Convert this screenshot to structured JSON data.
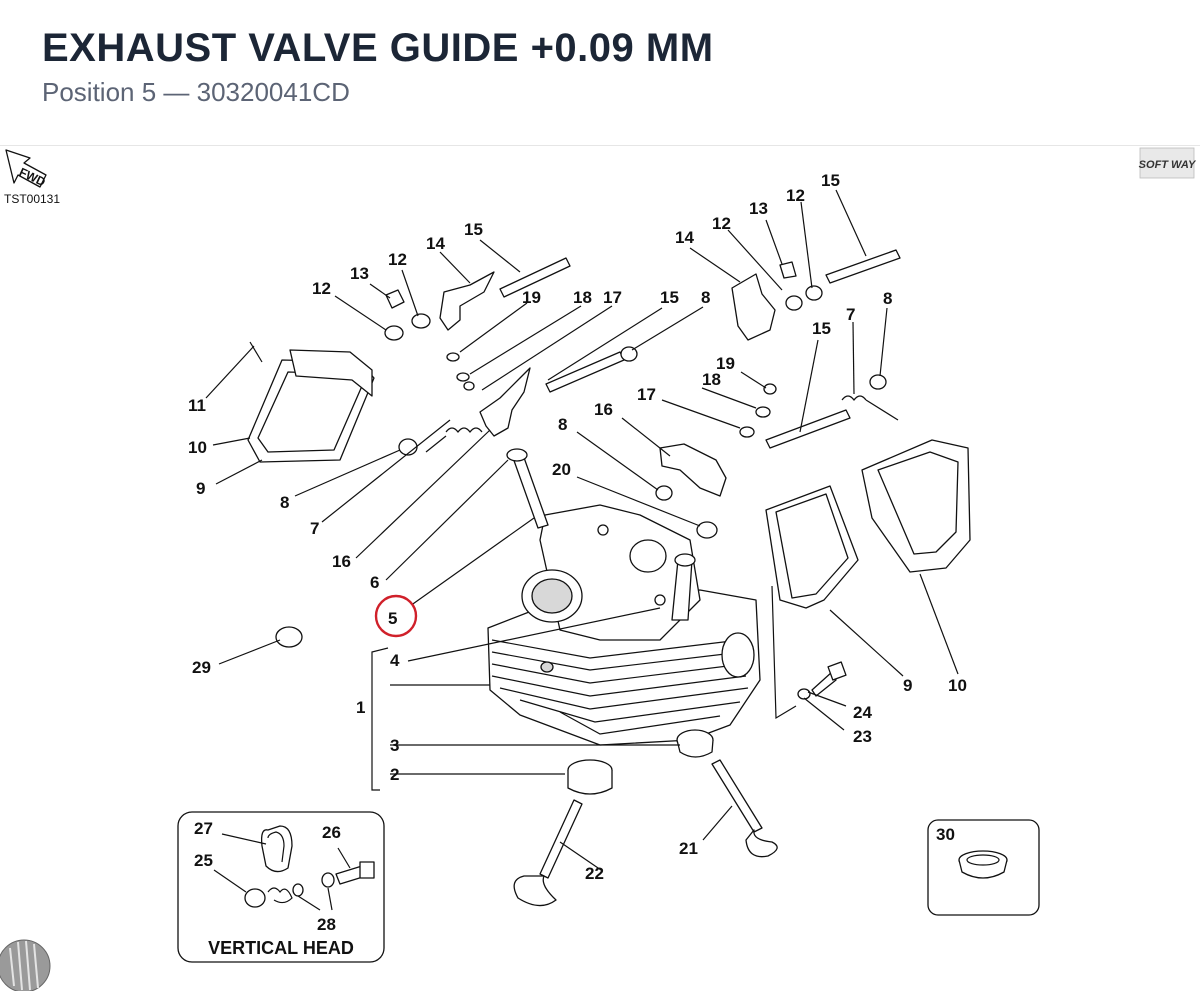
{
  "header": {
    "title": "EXHAUST VALVE GUIDE +0.09 MM",
    "subtitle": "Position 5 — 30320041CD"
  },
  "diagram": {
    "drawing_code": "TST00131",
    "fwd_tag": "FWD",
    "brand_logo_text": "SOFT WAY",
    "highlight_position": "5",
    "highlight_color": "#d0202a",
    "callouts": [
      {
        "num": "1"
      },
      {
        "num": "2"
      },
      {
        "num": "3"
      },
      {
        "num": "4"
      },
      {
        "num": "5"
      },
      {
        "num": "6"
      },
      {
        "num": "7"
      },
      {
        "num": "7"
      },
      {
        "num": "8"
      },
      {
        "num": "8"
      },
      {
        "num": "8"
      },
      {
        "num": "8"
      },
      {
        "num": "9"
      },
      {
        "num": "9"
      },
      {
        "num": "10"
      },
      {
        "num": "10"
      },
      {
        "num": "11"
      },
      {
        "num": "12"
      },
      {
        "num": "12"
      },
      {
        "num": "12"
      },
      {
        "num": "12"
      },
      {
        "num": "13"
      },
      {
        "num": "13"
      },
      {
        "num": "14"
      },
      {
        "num": "14"
      },
      {
        "num": "15"
      },
      {
        "num": "15"
      },
      {
        "num": "15"
      },
      {
        "num": "15"
      },
      {
        "num": "16"
      },
      {
        "num": "16"
      },
      {
        "num": "17"
      },
      {
        "num": "17"
      },
      {
        "num": "18"
      },
      {
        "num": "18"
      },
      {
        "num": "19"
      },
      {
        "num": "19"
      },
      {
        "num": "20"
      },
      {
        "num": "21"
      },
      {
        "num": "22"
      },
      {
        "num": "23"
      },
      {
        "num": "24"
      },
      {
        "num": "25"
      },
      {
        "num": "26"
      },
      {
        "num": "27"
      },
      {
        "num": "28"
      },
      {
        "num": "29"
      },
      {
        "num": "30"
      }
    ],
    "inset_vertical_head": {
      "caption": "VERTICAL HEAD",
      "callouts": [
        "27",
        "26",
        "25",
        "28"
      ]
    },
    "inset_part_30": {
      "callout": "30"
    }
  }
}
